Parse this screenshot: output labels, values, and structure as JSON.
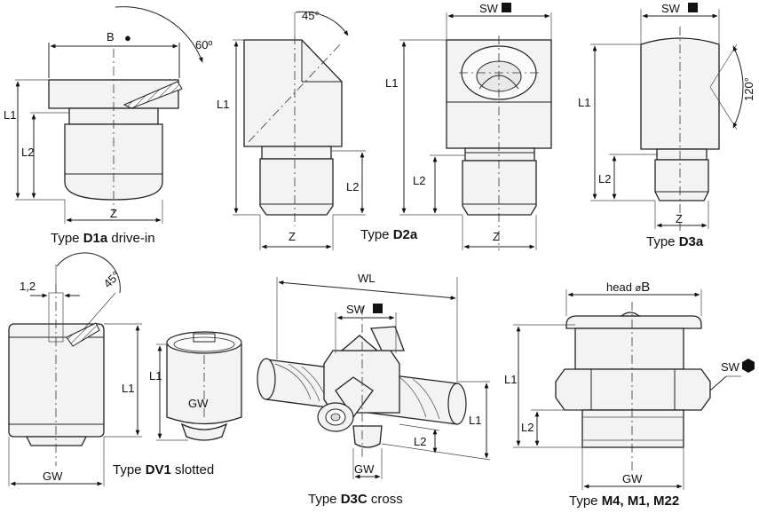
{
  "symbols": {
    "filled_circle": "●",
    "filled_square": "■",
    "filled_hexagon": "⬢"
  },
  "d1a": {
    "caption_prefix": "Type ",
    "caption_bold": "D1a",
    "caption_suffix": " drive-in",
    "dim_b": "B",
    "dim_angle": "60º",
    "dim_l1": "L1",
    "dim_l2": "L2",
    "dim_z": "Z"
  },
  "d2a": {
    "caption_prefix": "Type ",
    "caption_bold": "D2a",
    "dim_angle": "45°",
    "dim_l1": "L1",
    "dim_l2": "L2",
    "dim_z": "Z"
  },
  "d2a_sw": {
    "dim_sw": "SW",
    "dim_l1": "L1",
    "dim_l2": "L2",
    "dim_z": "Z"
  },
  "d3a": {
    "caption_prefix": "Type ",
    "caption_bold": "D3a",
    "dim_sw": "SW",
    "dim_angle": "120°",
    "dim_l1": "L1",
    "dim_l2": "L2",
    "dim_z": "Z"
  },
  "dv1": {
    "caption_prefix": "Type ",
    "caption_bold": "DV1",
    "caption_suffix": " slotted",
    "dim_slot": "1,2",
    "dim_angle": "45°",
    "dim_l1": "L1",
    "dim_l1_small": "L1",
    "dim_gw": "GW",
    "dim_gw_small": "GW"
  },
  "d3c": {
    "caption_prefix": "Type ",
    "caption_bold": "D3C",
    "caption_suffix": " cross",
    "dim_wl": "WL",
    "dim_sw": "SW",
    "dim_l1": "L1",
    "dim_l2": "L2",
    "dim_gw": "GW"
  },
  "m4": {
    "caption_prefix": "Type ",
    "caption_bold": "M4, M1, M22",
    "dim_head": "head ",
    "dim_dia": "ø",
    "dim_b": "B",
    "dim_sw": "SW",
    "dim_l1": "L1",
    "dim_l2": "L2",
    "dim_gw": "GW"
  }
}
